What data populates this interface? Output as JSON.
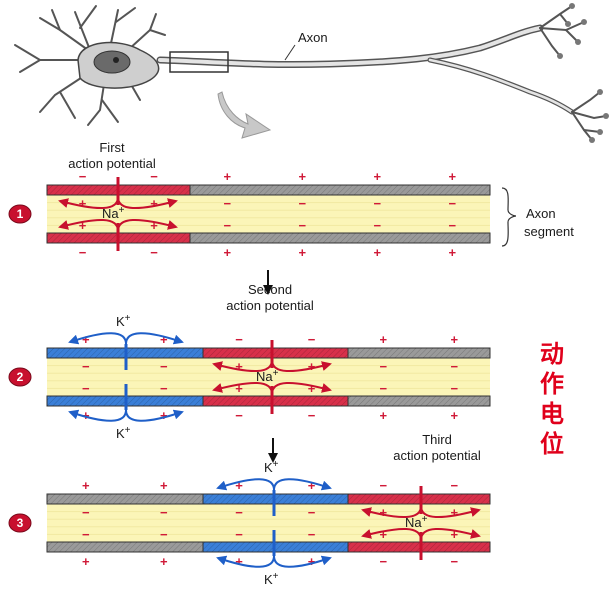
{
  "neuron": {
    "axon_label": "Axon"
  },
  "axon_segment_label": [
    "Axon",
    "segment"
  ],
  "steps": [
    {
      "number": "1",
      "title": [
        "First",
        "action potential"
      ],
      "na_label": "Na+",
      "k_label": ""
    },
    {
      "number": "2",
      "title": [
        "Second",
        "action potential"
      ],
      "na_label": "Na+",
      "k_label": "K+"
    },
    {
      "number": "3",
      "title": [
        "Third",
        "action potential"
      ],
      "na_label": "Na+",
      "k_label": "K+"
    }
  ],
  "chinese_caption": [
    "动",
    "作",
    "电",
    "位"
  ],
  "signs": {
    "plus": "+",
    "minus": "−"
  },
  "colors": {
    "depolarized": "#d8304a",
    "repolarizing": "#3a7fd8",
    "resting": "#9a9a9a",
    "cytoplasm": "#fbf5b8",
    "na_arrow": "#c8102e",
    "k_arrow": "#1f5fc8",
    "step_badge": "#c8102e",
    "caption": "#e0001b"
  }
}
